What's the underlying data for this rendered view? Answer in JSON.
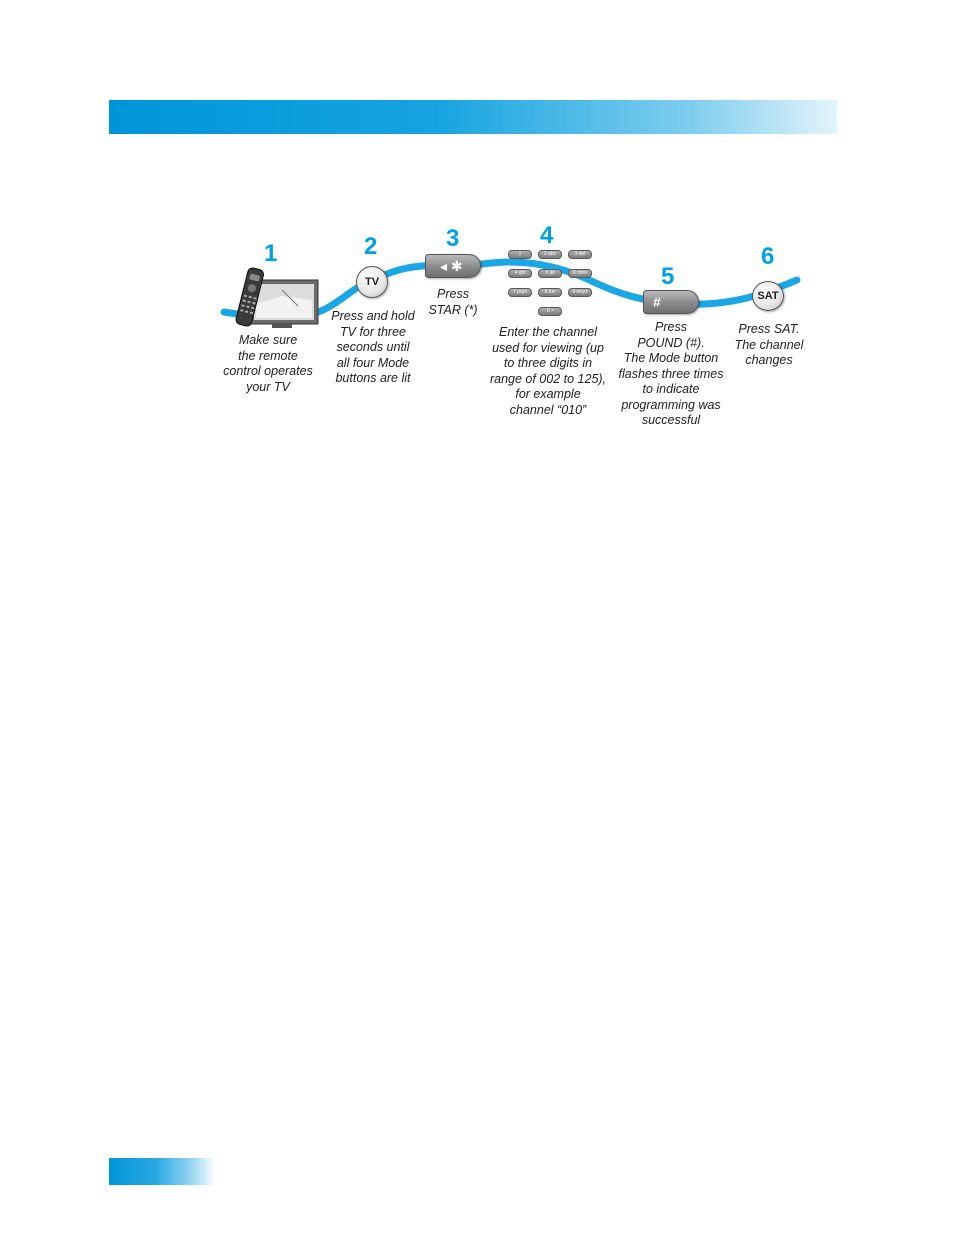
{
  "colors": {
    "accent": "#00a1e4",
    "ribbon": "#1aa7e6"
  },
  "steps": [
    {
      "number": "1",
      "caption": "Make sure\nthe remote\ncontrol operates\nyour TV"
    },
    {
      "number": "2",
      "button": "TV",
      "caption": "Press and hold\nTV for three\nseconds until\nall four Mode\nbuttons are lit"
    },
    {
      "number": "3",
      "button": "◂ ✱",
      "caption": "Press\nSTAR (*)"
    },
    {
      "number": "4",
      "caption": "Enter the channel\nused for viewing (up\nto three digits in\nrange of 002 to 125),\nfor example\nchannel “010”"
    },
    {
      "number": "5",
      "button": "#",
      "caption": "Press\nPOUND (#).\nThe Mode button\nflashes three times\nto indicate\nprogramming was\nsuccessful"
    },
    {
      "number": "6",
      "button": "SAT",
      "caption": "Press SAT.\nThe channel\nchanges"
    }
  ],
  "keypad": [
    "1",
    "2 abc",
    "3 def",
    "4 ghi",
    "5 jkl",
    "6 mno",
    "7 pqrs",
    "8 tuv",
    "9 wxyz",
    "0 •"
  ]
}
